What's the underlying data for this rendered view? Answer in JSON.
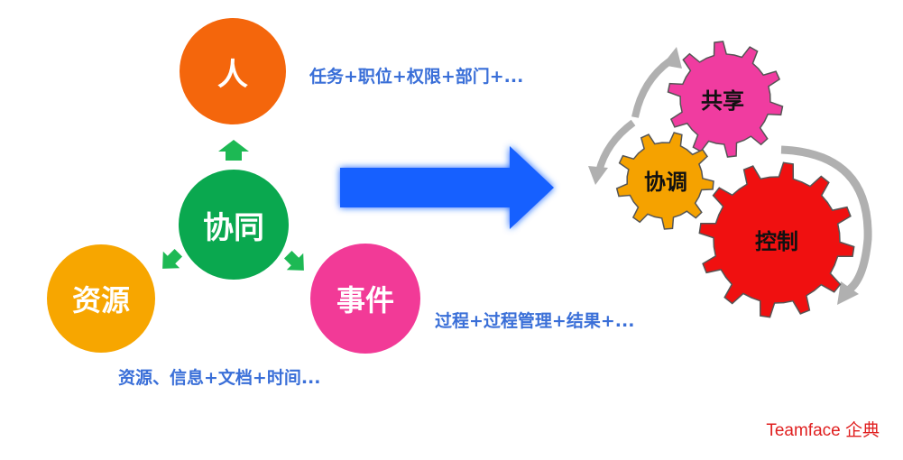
{
  "nodes": {
    "center": {
      "label": "协同",
      "color": "#0aa84f"
    },
    "top": {
      "label": "人",
      "color": "#f4660c"
    },
    "left": {
      "label": "资源",
      "color": "#f7a600"
    },
    "right": {
      "label": "事件",
      "color": "#f23a97"
    }
  },
  "descriptions": {
    "people": "任务+职位+权限+部门+...",
    "events": "过程+过程管理+结果+...",
    "resources": "资源、信息+文档+时间..."
  },
  "gears": {
    "share": {
      "label": "共享",
      "color": "#f03ca0"
    },
    "coordinate": {
      "label": "协调",
      "color": "#f5a200"
    },
    "control": {
      "label": "控制",
      "color": "#f01010"
    }
  },
  "colors": {
    "arrow_green": "#1db954",
    "big_arrow": "#1560ff",
    "cycle_arrow": "#b0b0b0",
    "desc_text": "#3a6fd8",
    "brand_text": "#e02020"
  },
  "brand": "Teamface 企典"
}
